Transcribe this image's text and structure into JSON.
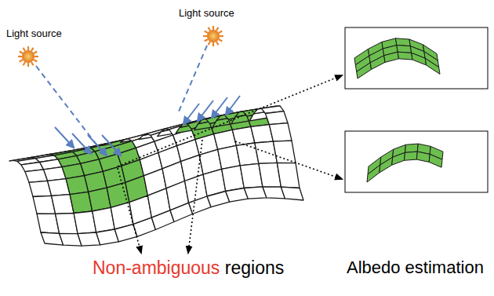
{
  "diagram": {
    "labels": [
      "Light source",
      "Light source",
      "Non-ambiguous",
      "regions",
      "Albedo estimation"
    ]
  }
}
